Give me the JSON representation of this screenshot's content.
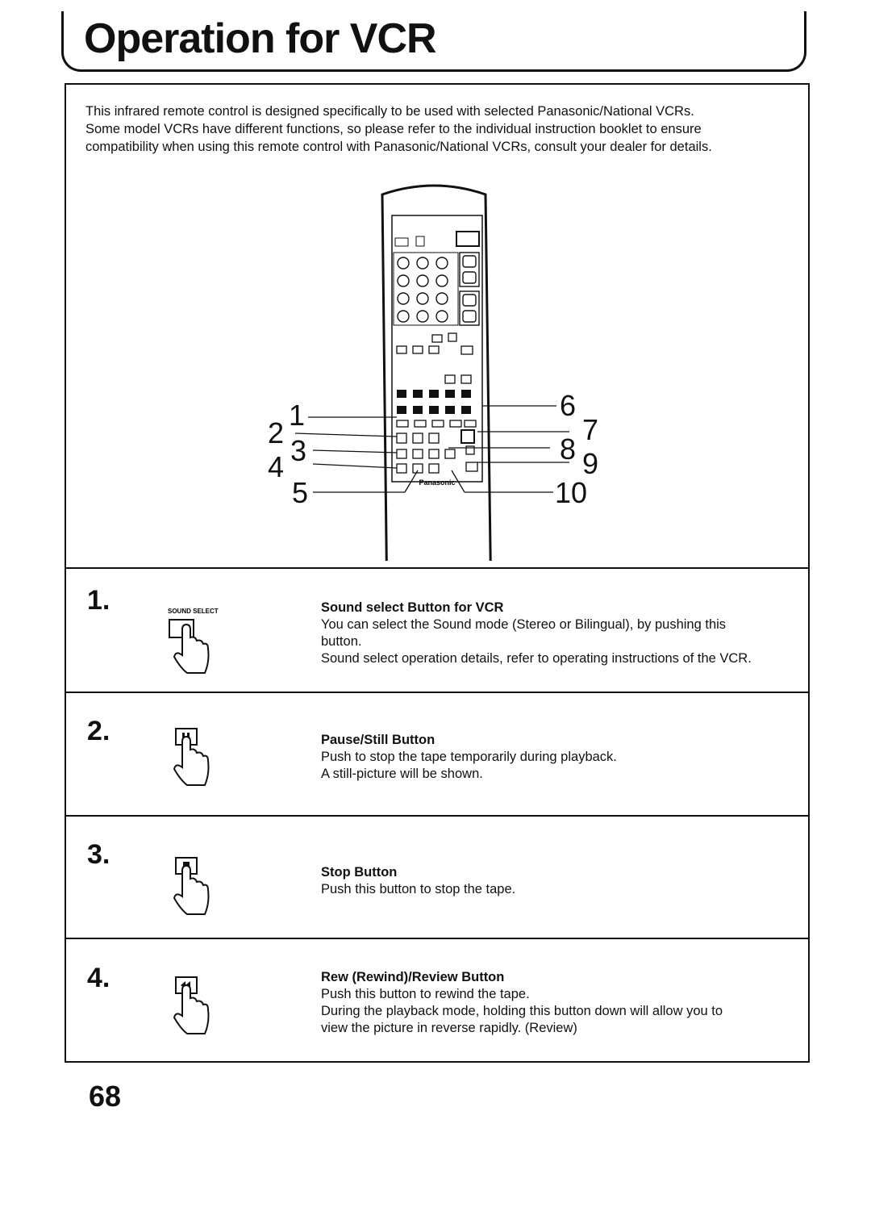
{
  "header": {
    "title": "Operation for VCR"
  },
  "intro": {
    "lines": [
      "This infrared remote control is designed specifically to be used with selected Panasonic/National VCRs.",
      "Some model VCRs have different functions, so please refer to the individual instruction booklet to ensure",
      "compatibility when using this remote control with Panasonic/National VCRs, consult your dealer for details."
    ]
  },
  "remote": {
    "brand": "Panasonic",
    "callouts": [
      "1",
      "2",
      "3",
      "4",
      "5",
      "6",
      "7",
      "8",
      "9",
      "10"
    ]
  },
  "steps": [
    {
      "num": "1.",
      "icon_label": "SOUND SELECT",
      "icon": "sound-select-button-icon",
      "title": "Sound select Button for VCR",
      "lines": [
        "You can select the Sound mode (Stereo or Bilingual), by pushing this",
        "button.",
        "Sound select operation details, refer to operating instructions of the VCR."
      ]
    },
    {
      "num": "2.",
      "icon": "pause-button-icon",
      "title": "Pause/Still Button",
      "lines": [
        "Push to stop the tape temporarily during playback.",
        "A still-picture will be shown."
      ]
    },
    {
      "num": "3.",
      "icon": "stop-button-icon",
      "title": "Stop Button",
      "lines": [
        "Push this button to stop the tape."
      ]
    },
    {
      "num": "4.",
      "icon": "rewind-button-icon",
      "title": "Rew (Rewind)/Review Button",
      "lines": [
        "Push this button to rewind the tape.",
        "During the playback mode, holding this button down will allow you to",
        "view the picture in reverse rapidly. (Review)"
      ]
    }
  ],
  "footer": {
    "page_number": "68"
  }
}
